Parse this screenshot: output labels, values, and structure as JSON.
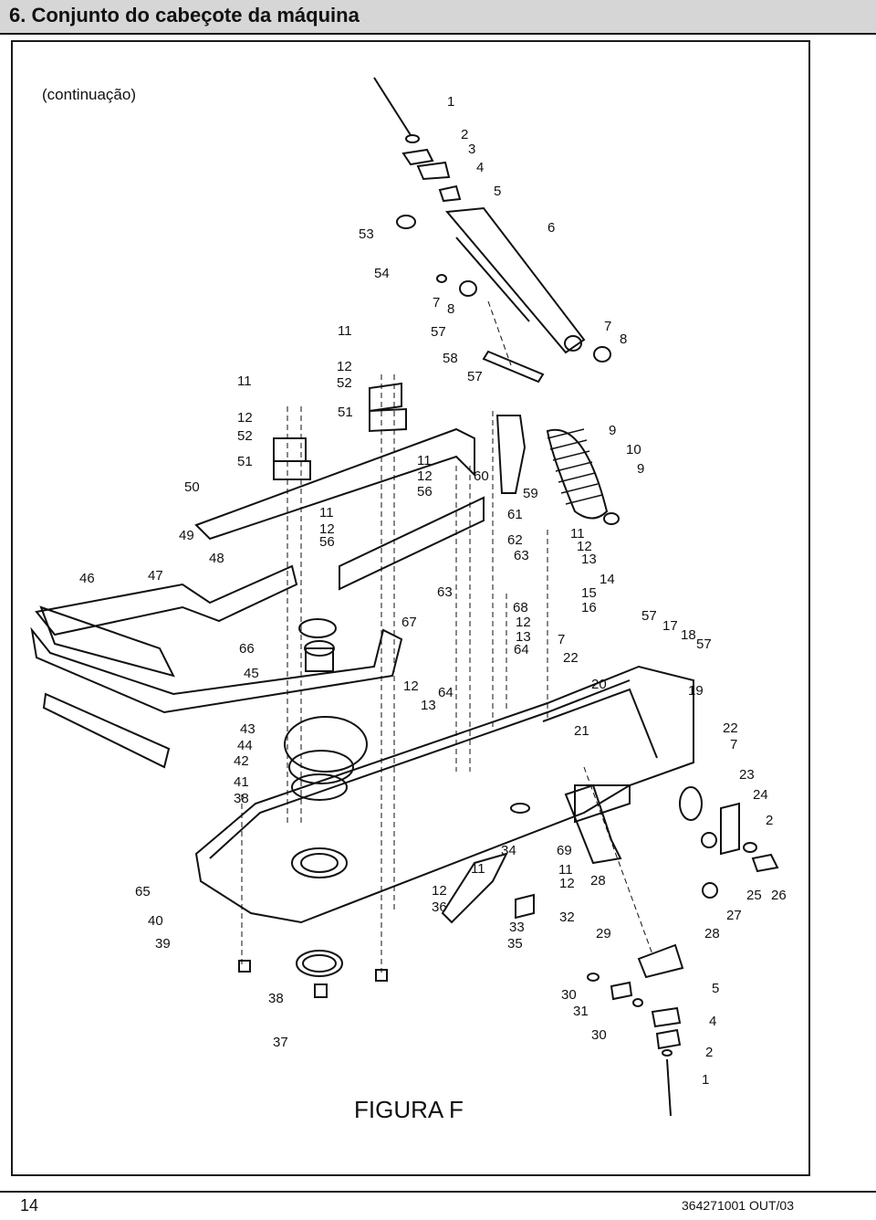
{
  "header": {
    "title": "6. Conjunto do cabeçote da máquina"
  },
  "subtitle": "(continuação)",
  "figure": {
    "caption": "FIGURA F",
    "callouts": [
      "1",
      "2",
      "3",
      "4",
      "5",
      "6",
      "53",
      "54",
      "7",
      "8",
      "57",
      "58",
      "57",
      "7",
      "8",
      "11",
      "12",
      "52",
      "51",
      "11",
      "12",
      "52",
      "51",
      "50",
      "49",
      "48",
      "47",
      "46",
      "11",
      "12",
      "56",
      "60",
      "59",
      "61",
      "11",
      "12",
      "56",
      "62",
      "63",
      "11",
      "12",
      "13",
      "14",
      "15",
      "16",
      "63",
      "68",
      "12",
      "13",
      "64",
      "67",
      "66",
      "45",
      "12",
      "13",
      "64",
      "7",
      "22",
      "57",
      "17",
      "18",
      "57",
      "20",
      "19",
      "9",
      "10",
      "9",
      "43",
      "44",
      "42",
      "41",
      "38",
      "21",
      "22",
      "7",
      "23",
      "24",
      "2",
      "65",
      "34",
      "69",
      "11",
      "11",
      "12",
      "12",
      "28",
      "40",
      "36",
      "39",
      "32",
      "33",
      "35",
      "29",
      "27",
      "25",
      "26",
      "28",
      "38",
      "30",
      "5",
      "31",
      "4",
      "37",
      "30",
      "2",
      "1"
    ]
  },
  "footer": {
    "page_number": "14",
    "doc_code": "364271001  OUT/03"
  }
}
